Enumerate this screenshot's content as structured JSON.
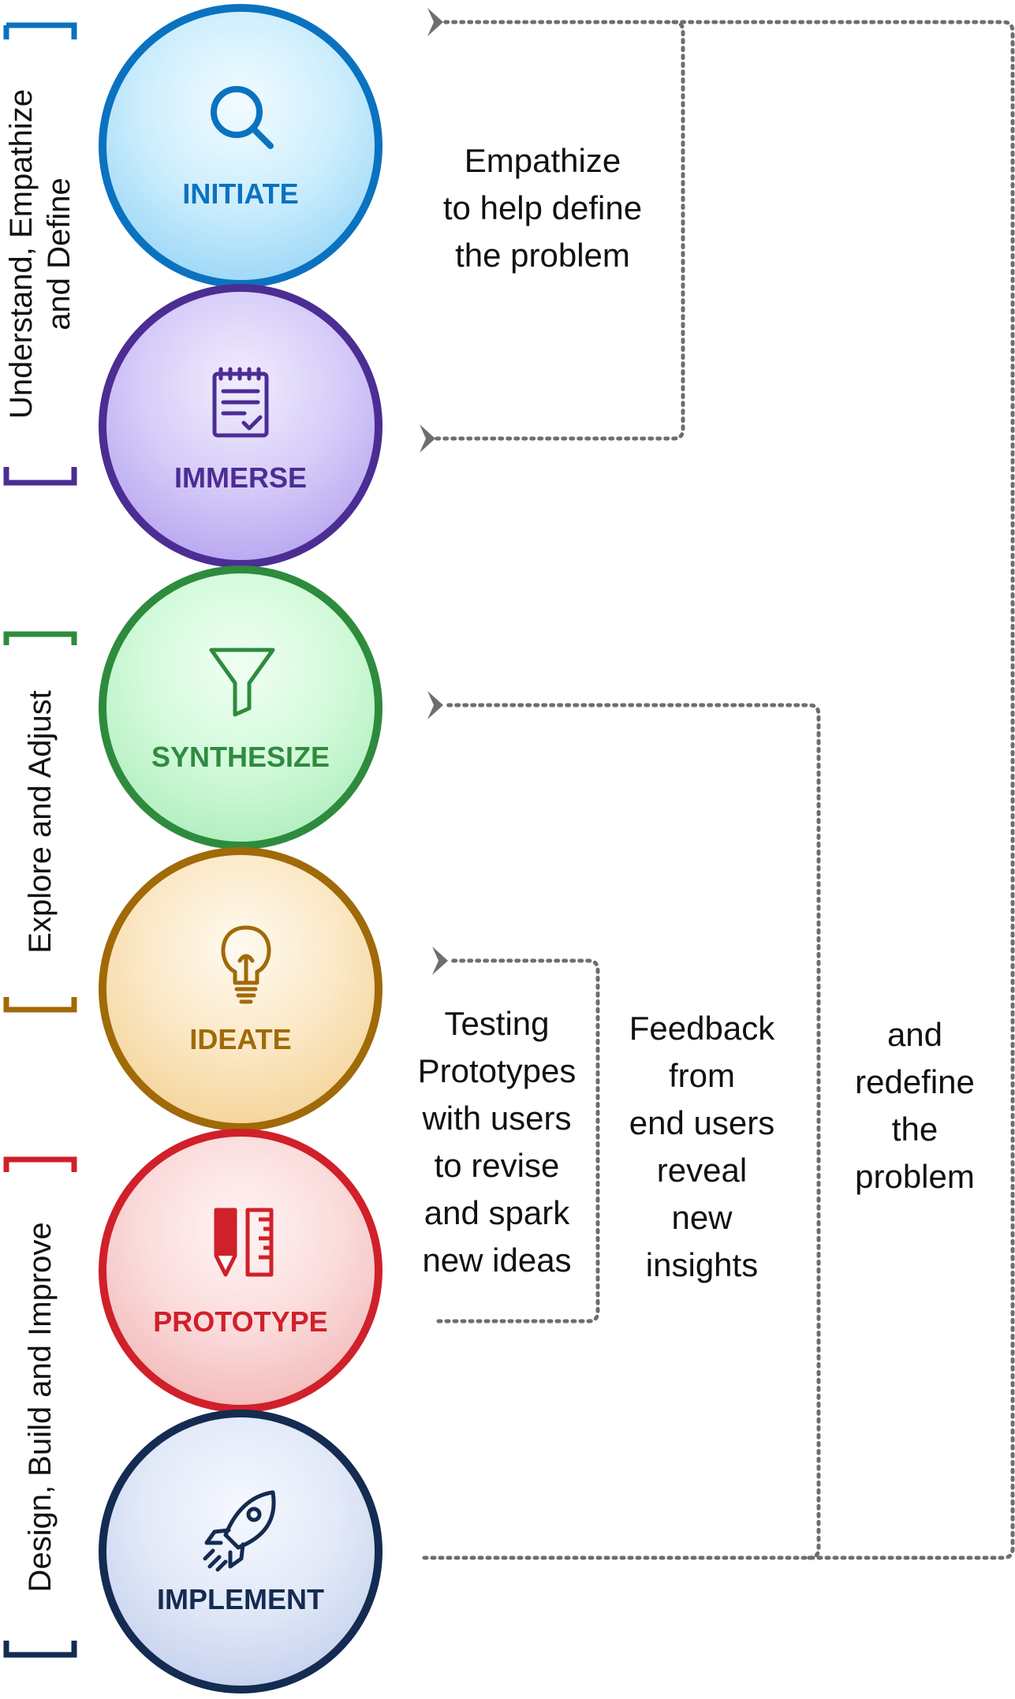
{
  "phases": [
    {
      "id": "initiate",
      "label": "INITIATE",
      "color": "#0b72c0",
      "icon": "search-icon"
    },
    {
      "id": "immerse",
      "label": "IMMERSE",
      "color": "#4b2d93",
      "icon": "notepad-checklist-icon"
    },
    {
      "id": "synthesize",
      "label": "SYNTHESIZE",
      "color": "#2e8b3e",
      "icon": "funnel-icon"
    },
    {
      "id": "ideate",
      "label": "IDEATE",
      "color": "#a06a08",
      "icon": "lightbulb-icon"
    },
    {
      "id": "prototype",
      "label": "PROTOTYPE",
      "color": "#d0202a",
      "icon": "pencil-ruler-icon"
    },
    {
      "id": "implement",
      "label": "IMPLEMENT",
      "color": "#142b52",
      "icon": "rocket-icon"
    }
  ],
  "groups": [
    {
      "lines": [
        "Understand, Empathize",
        "and Define"
      ],
      "color_top": "#0b72c0",
      "color_bottom": "#4b2d93"
    },
    {
      "lines": [
        "Explore and Adjust"
      ],
      "color_top": "#2e8b3e",
      "color_bottom": "#a06a08"
    },
    {
      "lines": [
        "Design, Build and Improve"
      ],
      "color_top": "#d0202a",
      "color_bottom": "#142b52"
    }
  ],
  "loops": {
    "empathize": [
      "Empathize",
      "to help define",
      "the problem"
    ],
    "testing": [
      "Testing",
      "Prototypes",
      "with users",
      "to revise",
      "and spark",
      "new ideas"
    ],
    "feedback": [
      "Feedback",
      "from",
      "end users",
      "reveal",
      "new",
      "insights"
    ],
    "redefine": [
      "and",
      "redefine",
      "the",
      "problem"
    ]
  },
  "arrow_color": "#6e6e6e"
}
